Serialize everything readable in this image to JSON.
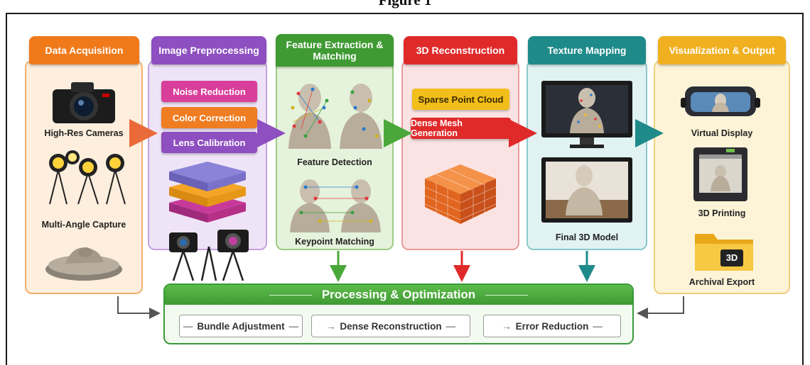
{
  "figure": {
    "title": "Figure 1"
  },
  "stages": [
    {
      "title": "Data Acquisition",
      "color": "#f07a1a"
    },
    {
      "title": "Image Preprocessing",
      "color": "#8e4fc0"
    },
    {
      "title": "Feature Extraction & Matching",
      "color": "#3f9a33"
    },
    {
      "title": "3D Reconstruction",
      "color": "#e02a2a"
    },
    {
      "title": "Texture Mapping",
      "color": "#1f8a8a"
    },
    {
      "title": "Visualization & Output",
      "color": "#f0b020"
    }
  ],
  "acquisition": {
    "cameras": "High-Res Cameras",
    "capture": "Multi-Angle Capture"
  },
  "preprocessing": {
    "noise": "Noise Reduction",
    "color": "Color Correction",
    "lens": "Lens Calibration"
  },
  "features": {
    "detection": "Feature Detection",
    "matching": "Keypoint Matching"
  },
  "reconstruction": {
    "sparse": "Sparse Point Cloud",
    "dense": "Dense Mesh Generation"
  },
  "texture": {
    "final": "Final 3D Model"
  },
  "output": {
    "virtual": "Virtual Display",
    "printing": "3D Printing",
    "archival": "Archival Export",
    "folder_badge": "3D"
  },
  "processing": {
    "title": "Processing & Optimization",
    "steps": [
      "Bundle Adjustment",
      "Dense Reconstruction",
      "Error Reduction"
    ]
  }
}
